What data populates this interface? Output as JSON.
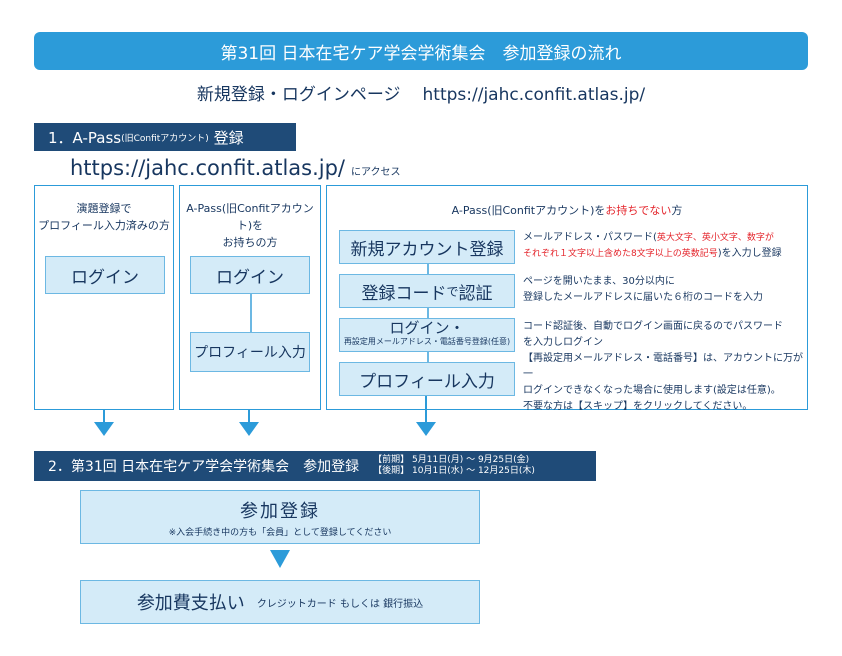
{
  "header": {
    "title": "第31回 日本在宅ケア学会学術集会　参加登録の流れ",
    "subtitle_label": "新規登録・ログインページ",
    "subtitle_url": "https://jahc.confit.atlas.jp/"
  },
  "step1": {
    "label": "1．A-Pass",
    "label_small": "(旧Confitアカウント)",
    "label_suffix": "登録",
    "url": "https://jahc.confit.atlas.jp/",
    "url_suffix": "にアクセス"
  },
  "panel1": {
    "head_line1": "演題登録で",
    "head_line2": "プロフィール入力済みの方",
    "button": "ログイン"
  },
  "panel2": {
    "head_line1": "A-Pass(旧Confitアカウント)を",
    "head_line2": "お持ちの方",
    "button1": "ログイン",
    "button2": "プロフィール入力"
  },
  "panel3": {
    "head_prefix": "A-Pass(旧Confitアカウント)を",
    "head_red": "お持ちでない",
    "head_suffix": "方",
    "steps": [
      {
        "button": "新規アカウント登録"
      },
      {
        "button_main": "登録コード",
        "button_small": "で",
        "button_end": "認証"
      },
      {
        "button_main": "ログイン・",
        "button_sub": "再設定用メールアドレス・電話番号登録(任意)"
      },
      {
        "button": "プロフィール入力"
      }
    ],
    "note1_a": "メールアドレス・パスワード(",
    "note1_red1": "英大文字、英小文字、数字が",
    "note1_red2": "それぞれ１文字以上含めた8文字以上の英数記号",
    "note1_b": ")を入力し登録",
    "note2_line1": "ページを開いたまま、30分以内に",
    "note2_line2": "登録したメールアドレスに届いた６桁のコードを入力",
    "note3_line1": "コード認証後、自動でログイン画面に戻るのでパスワード",
    "note3_line2": "を入力しログイン",
    "note3_line3": "【再設定用メールアドレス・電話番号】は、アカウントに万が一",
    "note3_line4": "ログインできなくなった場合に使用します(設定は任意)。",
    "note3_line5": "不要な方は【スキップ】をクリックしてください。"
  },
  "step2": {
    "label": "2．第31回 日本在宅ケア学会学術集会　参加登録",
    "date1": "【前期】 5月11日(月) ～ 9月25日(金)",
    "date2": "【後期】 10月1日(水) ～ 12月25日(木)"
  },
  "registration": {
    "title": "参加登録",
    "note": "※入会手続き中の方も「会員」として登録してください"
  },
  "payment": {
    "title": "参加費支払い",
    "methods": "クレジットカード もしくは 銀行振込"
  },
  "colors": {
    "accent": "#2c9bd9",
    "navy": "#1f4b78",
    "box": "#d4ebf8",
    "red": "#e4242b"
  }
}
